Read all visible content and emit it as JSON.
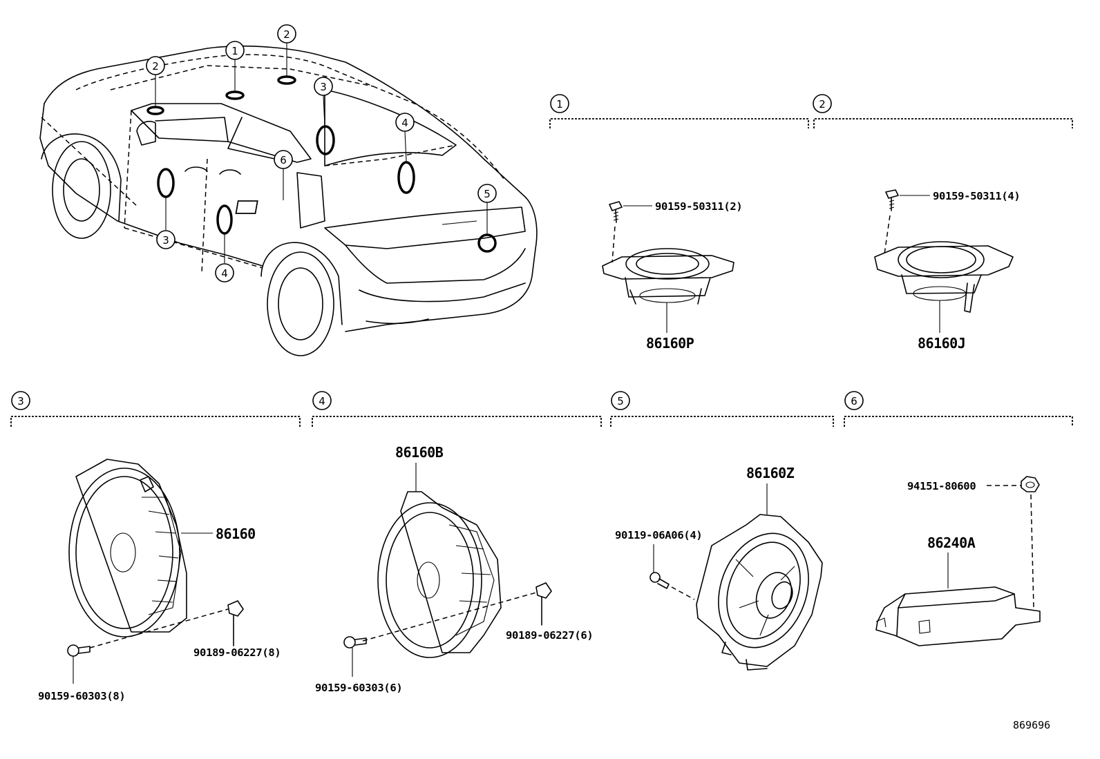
{
  "diagram": {
    "reference_number": "869696",
    "vehicle_callouts": [
      "1",
      "2",
      "2",
      "3",
      "3",
      "4",
      "4",
      "5",
      "6"
    ],
    "groups": [
      {
        "id": "1",
        "parts": [
          {
            "number": "90159-50311(2)"
          },
          {
            "number": "86160P"
          }
        ]
      },
      {
        "id": "2",
        "parts": [
          {
            "number": "90159-50311(4)"
          },
          {
            "number": "86160J"
          }
        ]
      },
      {
        "id": "3",
        "parts": [
          {
            "number": "86160"
          },
          {
            "number": "90189-06227(8)"
          },
          {
            "number": "90159-60303(8)"
          }
        ]
      },
      {
        "id": "4",
        "parts": [
          {
            "number": "86160B"
          },
          {
            "number": "90189-06227(6)"
          },
          {
            "number": "90159-60303(6)"
          }
        ]
      },
      {
        "id": "5",
        "parts": [
          {
            "number": "86160Z"
          },
          {
            "number": "90119-06A06(4)"
          }
        ]
      },
      {
        "id": "6",
        "parts": [
          {
            "number": "94151-80600"
          },
          {
            "number": "86240A"
          }
        ]
      }
    ]
  }
}
